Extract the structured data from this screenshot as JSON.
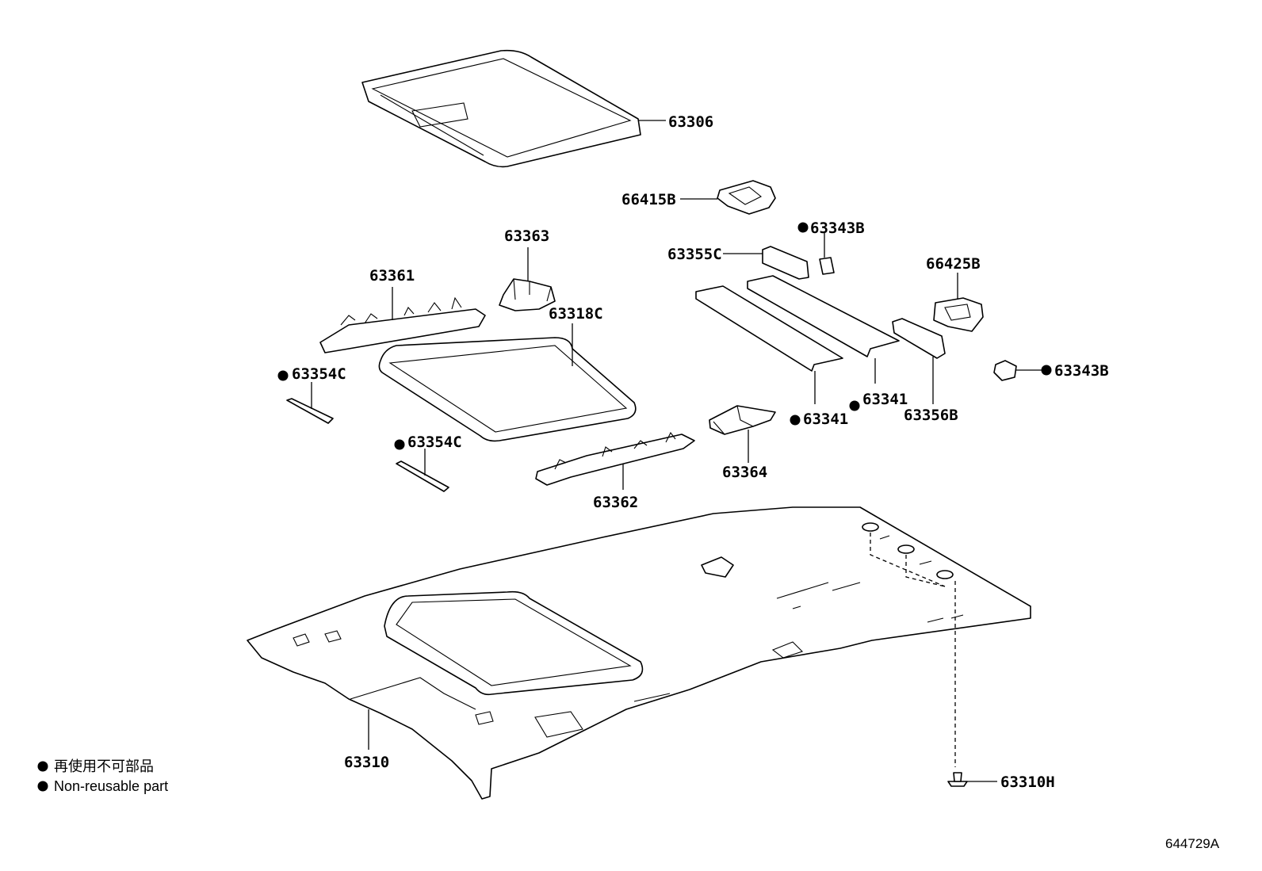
{
  "labels": {
    "p63306": "63306",
    "p66415B": "66415B",
    "p63343B_top": "63343B",
    "p63363": "63363",
    "p63361": "63361",
    "p63355C": "63355C",
    "p66425B": "66425B",
    "p63318C": "63318C",
    "p63354C_left": "63354C",
    "p63343B_right": "63343B",
    "p63341_left": "63341",
    "p63341_right": "63341",
    "p63356B": "63356B",
    "p63354C_mid": "63354C",
    "p63364": "63364",
    "p63362": "63362",
    "p63310": "63310",
    "p63310H": "63310H"
  },
  "legend": {
    "japanese": "再使用不可部品",
    "english": "Non-reusable part"
  },
  "reference_number": "644729A"
}
